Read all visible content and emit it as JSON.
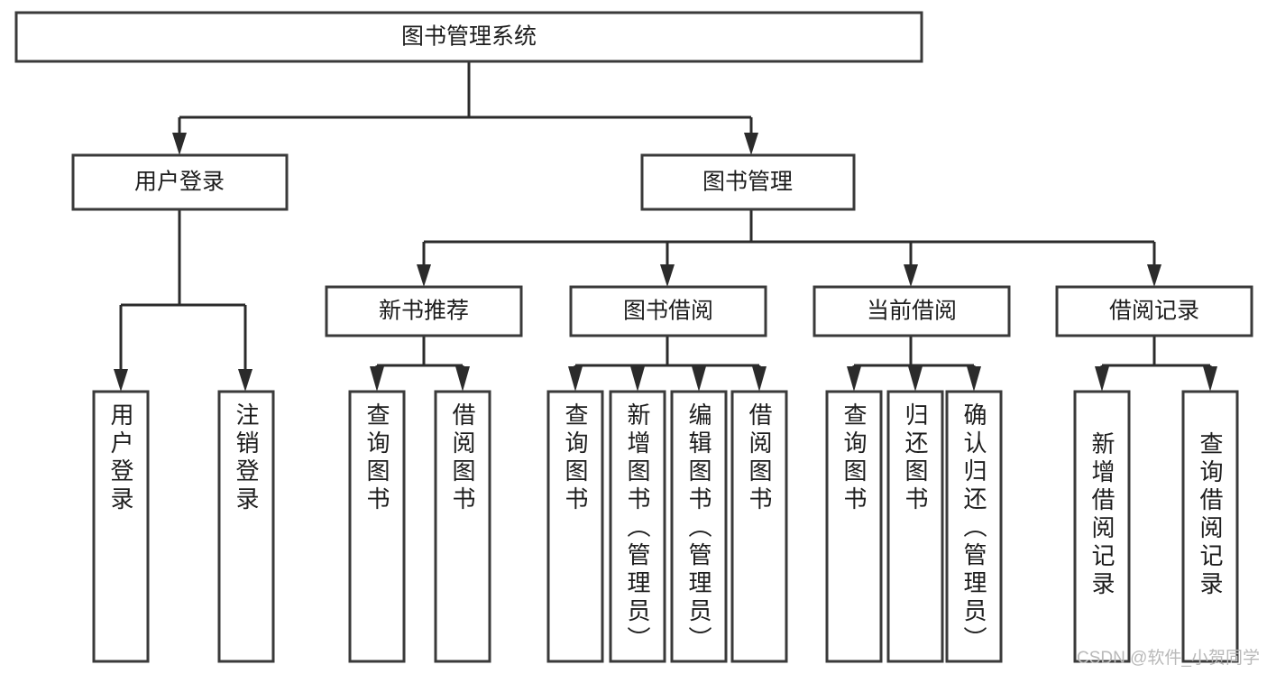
{
  "diagram": {
    "type": "tree-hierarchy",
    "title": "图书管理系统",
    "watermark": "CSDN @软件_小贺同学",
    "colors": {
      "box_stroke": "#3a3a3a",
      "box_fill": "#ffffff",
      "connector": "#2b2b2b",
      "text": "#1d1d1d",
      "watermark": "#b9b9b9",
      "background": "#ffffff"
    },
    "levels": {
      "root": "图书管理系统",
      "level2": [
        "用户登录",
        "图书管理"
      ],
      "level3": [
        "新书推荐",
        "图书借阅",
        "当前借阅",
        "借阅记录"
      ]
    },
    "nodes": {
      "root": {
        "label": "图书管理系统",
        "orientation": "horizontal"
      },
      "user_login": {
        "label": "用户登录",
        "orientation": "horizontal"
      },
      "book_manage": {
        "label": "图书管理",
        "orientation": "horizontal"
      },
      "new_book_rec": {
        "label": "新书推荐",
        "orientation": "horizontal"
      },
      "book_borrow": {
        "label": "图书借阅",
        "orientation": "horizontal"
      },
      "current_borrow": {
        "label": "当前借阅",
        "orientation": "horizontal"
      },
      "borrow_record": {
        "label": "借阅记录",
        "orientation": "horizontal"
      },
      "leaf_user_login": {
        "label": "用户登录",
        "orientation": "vertical"
      },
      "leaf_logout": {
        "label": "注销登录",
        "orientation": "vertical"
      },
      "leaf_query_book_1": {
        "label": "查询图书",
        "orientation": "vertical"
      },
      "leaf_borrow_book_1": {
        "label": "借阅图书",
        "orientation": "vertical"
      },
      "leaf_query_book_2": {
        "label": "查询图书",
        "orientation": "vertical"
      },
      "leaf_add_book": {
        "label": "新增图书（管理员）",
        "orientation": "vertical"
      },
      "leaf_edit_book": {
        "label": "编辑图书（管理员）",
        "orientation": "vertical"
      },
      "leaf_borrow_book_2": {
        "label": "借阅图书",
        "orientation": "vertical"
      },
      "leaf_query_book_3": {
        "label": "查询图书",
        "orientation": "vertical"
      },
      "leaf_return_book": {
        "label": "归还图书",
        "orientation": "vertical"
      },
      "leaf_confirm_return": {
        "label": "确认归还（管理员）",
        "orientation": "vertical"
      },
      "leaf_add_record": {
        "label": "新增借阅记录",
        "orientation": "vertical"
      },
      "leaf_query_record": {
        "label": "查询借阅记录",
        "orientation": "vertical"
      }
    },
    "edges": [
      {
        "from": "root",
        "to": "user_login"
      },
      {
        "from": "root",
        "to": "book_manage"
      },
      {
        "from": "user_login",
        "to": "leaf_user_login"
      },
      {
        "from": "user_login",
        "to": "leaf_logout"
      },
      {
        "from": "book_manage",
        "to": "new_book_rec"
      },
      {
        "from": "book_manage",
        "to": "book_borrow"
      },
      {
        "from": "book_manage",
        "to": "current_borrow"
      },
      {
        "from": "book_manage",
        "to": "borrow_record"
      },
      {
        "from": "new_book_rec",
        "to": "leaf_query_book_1"
      },
      {
        "from": "new_book_rec",
        "to": "leaf_borrow_book_1"
      },
      {
        "from": "book_borrow",
        "to": "leaf_query_book_2"
      },
      {
        "from": "book_borrow",
        "to": "leaf_add_book"
      },
      {
        "from": "book_borrow",
        "to": "leaf_edit_book"
      },
      {
        "from": "book_borrow",
        "to": "leaf_borrow_book_2"
      },
      {
        "from": "current_borrow",
        "to": "leaf_query_book_3"
      },
      {
        "from": "current_borrow",
        "to": "leaf_return_book"
      },
      {
        "from": "current_borrow",
        "to": "leaf_confirm_return"
      },
      {
        "from": "borrow_record",
        "to": "leaf_add_record"
      },
      {
        "from": "borrow_record",
        "to": "leaf_query_record"
      }
    ]
  }
}
